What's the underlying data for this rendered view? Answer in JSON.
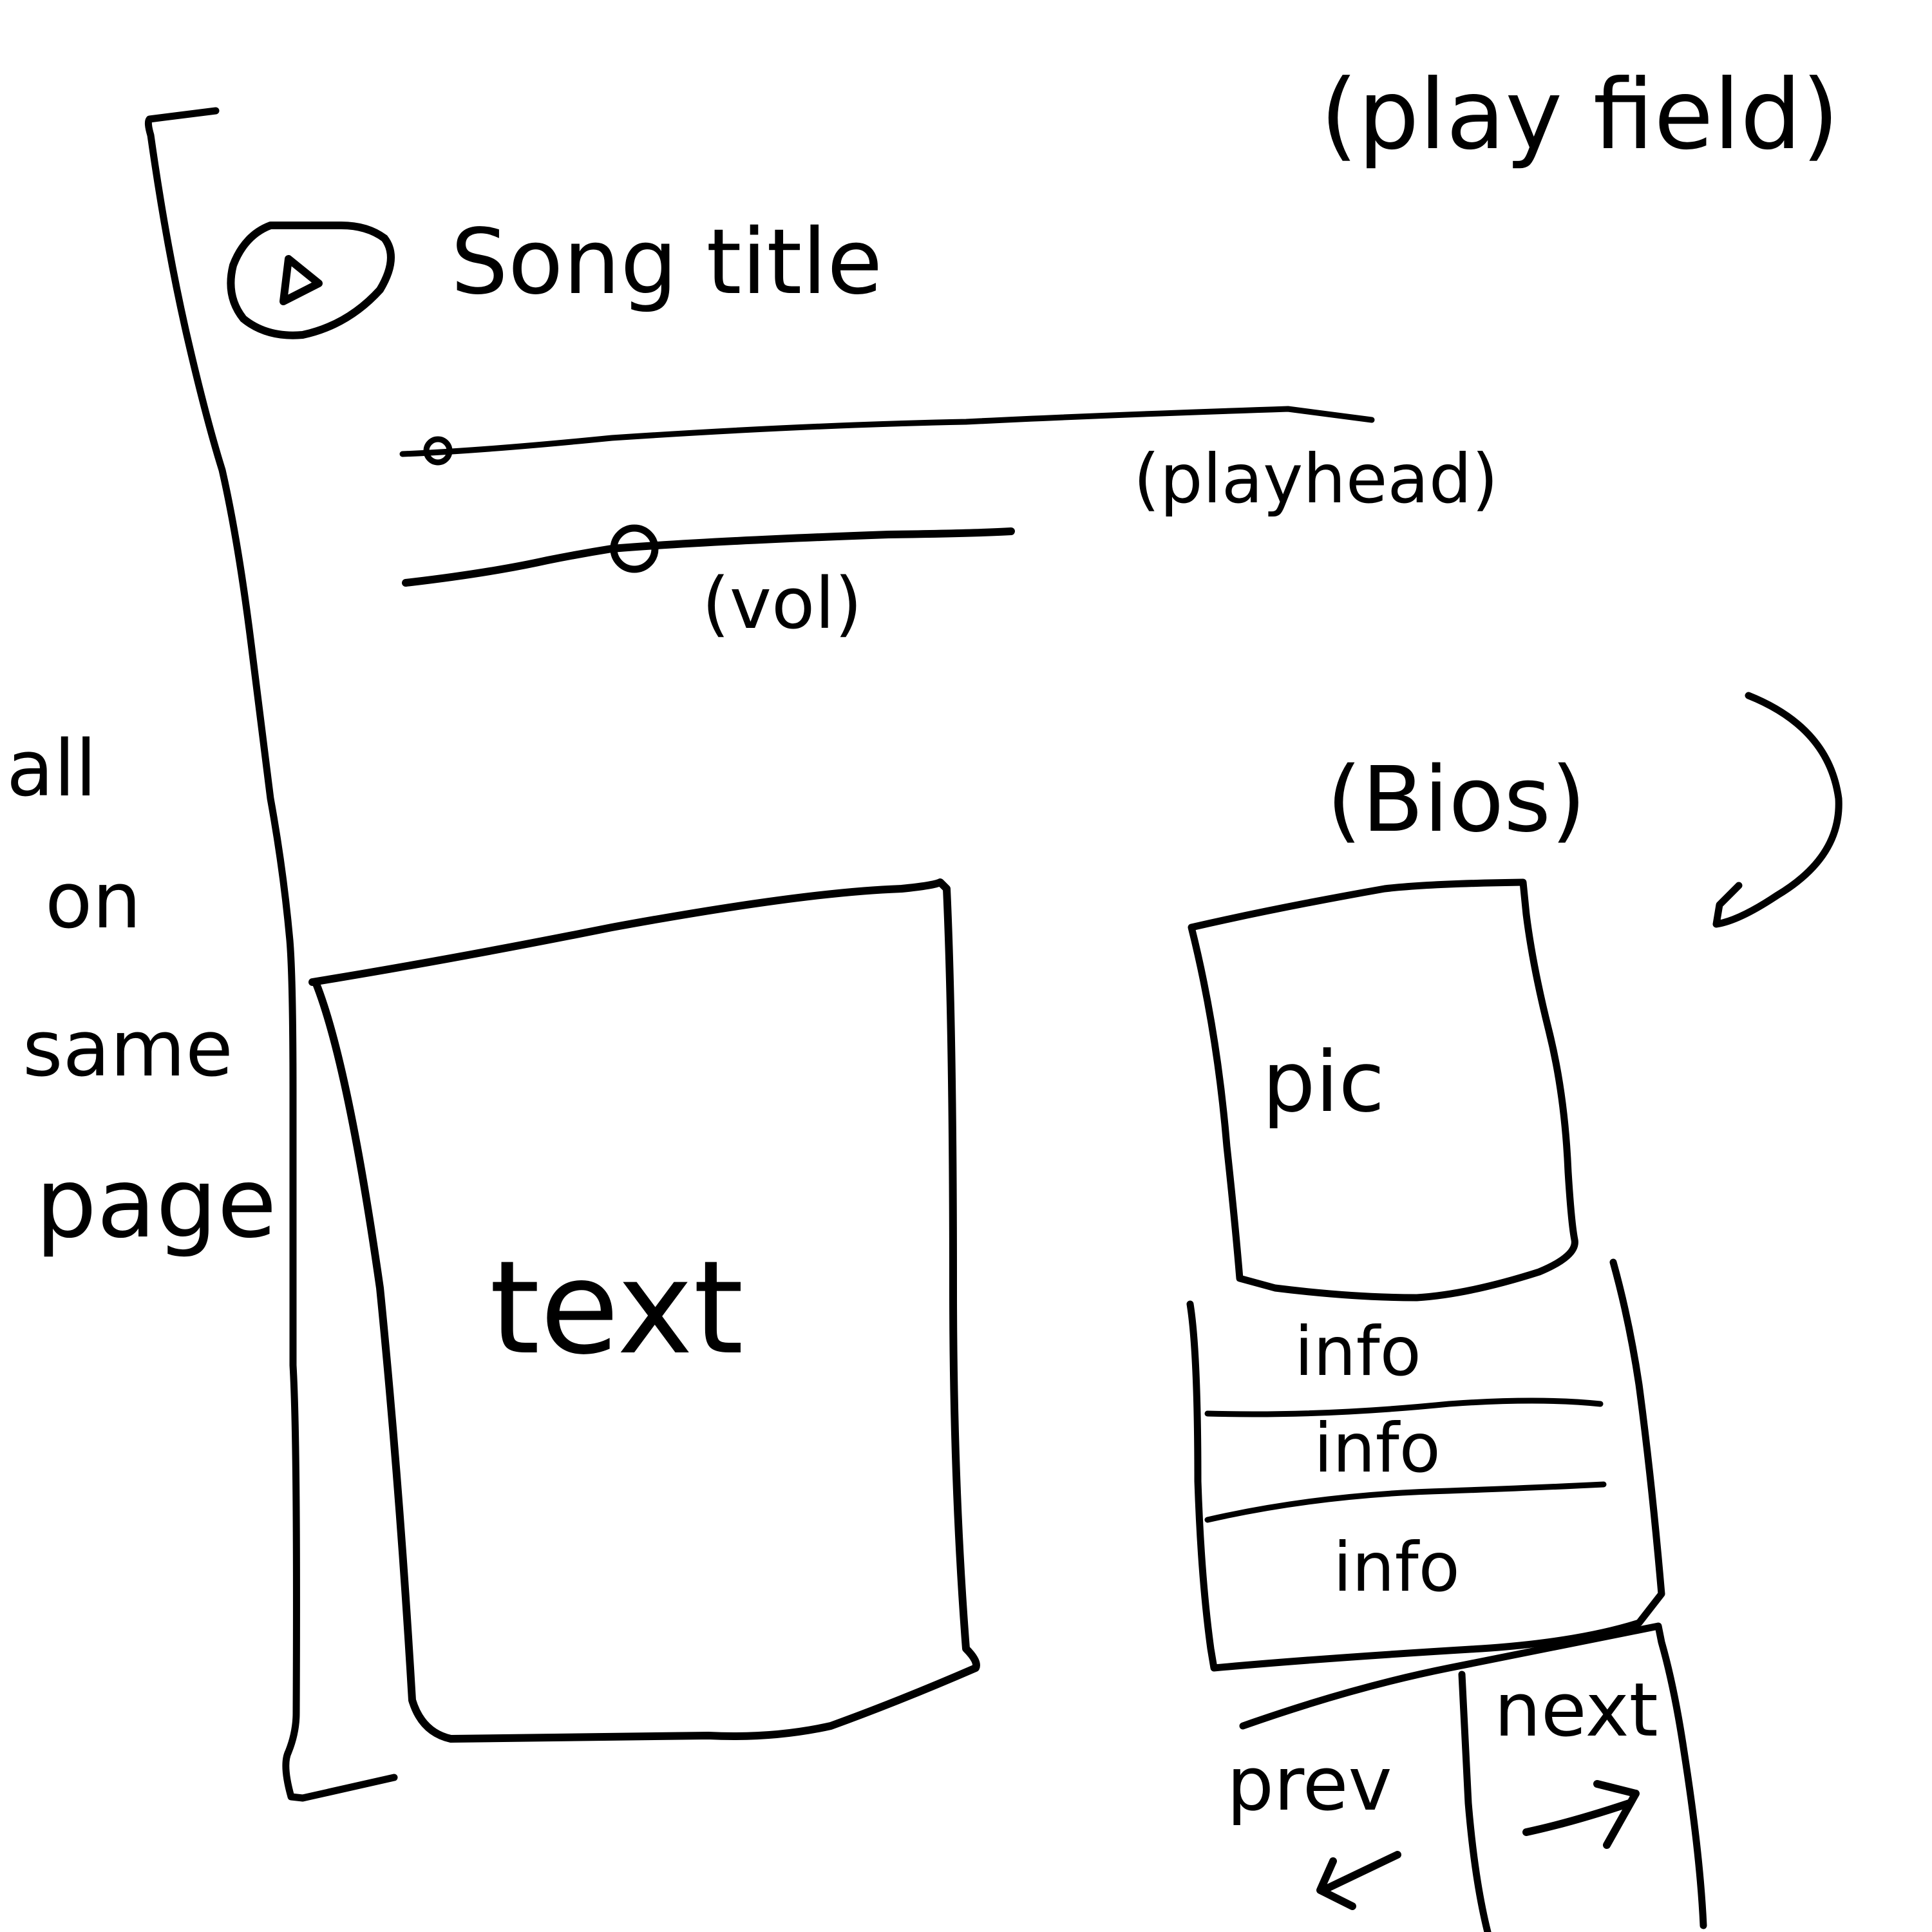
{
  "annotations": {
    "play_field": "(play field)",
    "all_on_same_page": [
      "all",
      "on",
      "same",
      "page"
    ],
    "playhead": "(playhead)",
    "vol": "(vol)",
    "bios": "(Bios)"
  },
  "player": {
    "song_title": "Song title",
    "play_icon": "play-icon"
  },
  "content": {
    "text_box": "text"
  },
  "bios": {
    "pic": "pic",
    "info_rows": [
      "info",
      "info",
      "info"
    ],
    "prev_label": "prev",
    "next_label": "next",
    "prev_icon": "arrow-left-icon",
    "next_icon": "arrow-right-icon"
  },
  "colors": {
    "ink": "#000000",
    "paper": "#ffffff"
  }
}
